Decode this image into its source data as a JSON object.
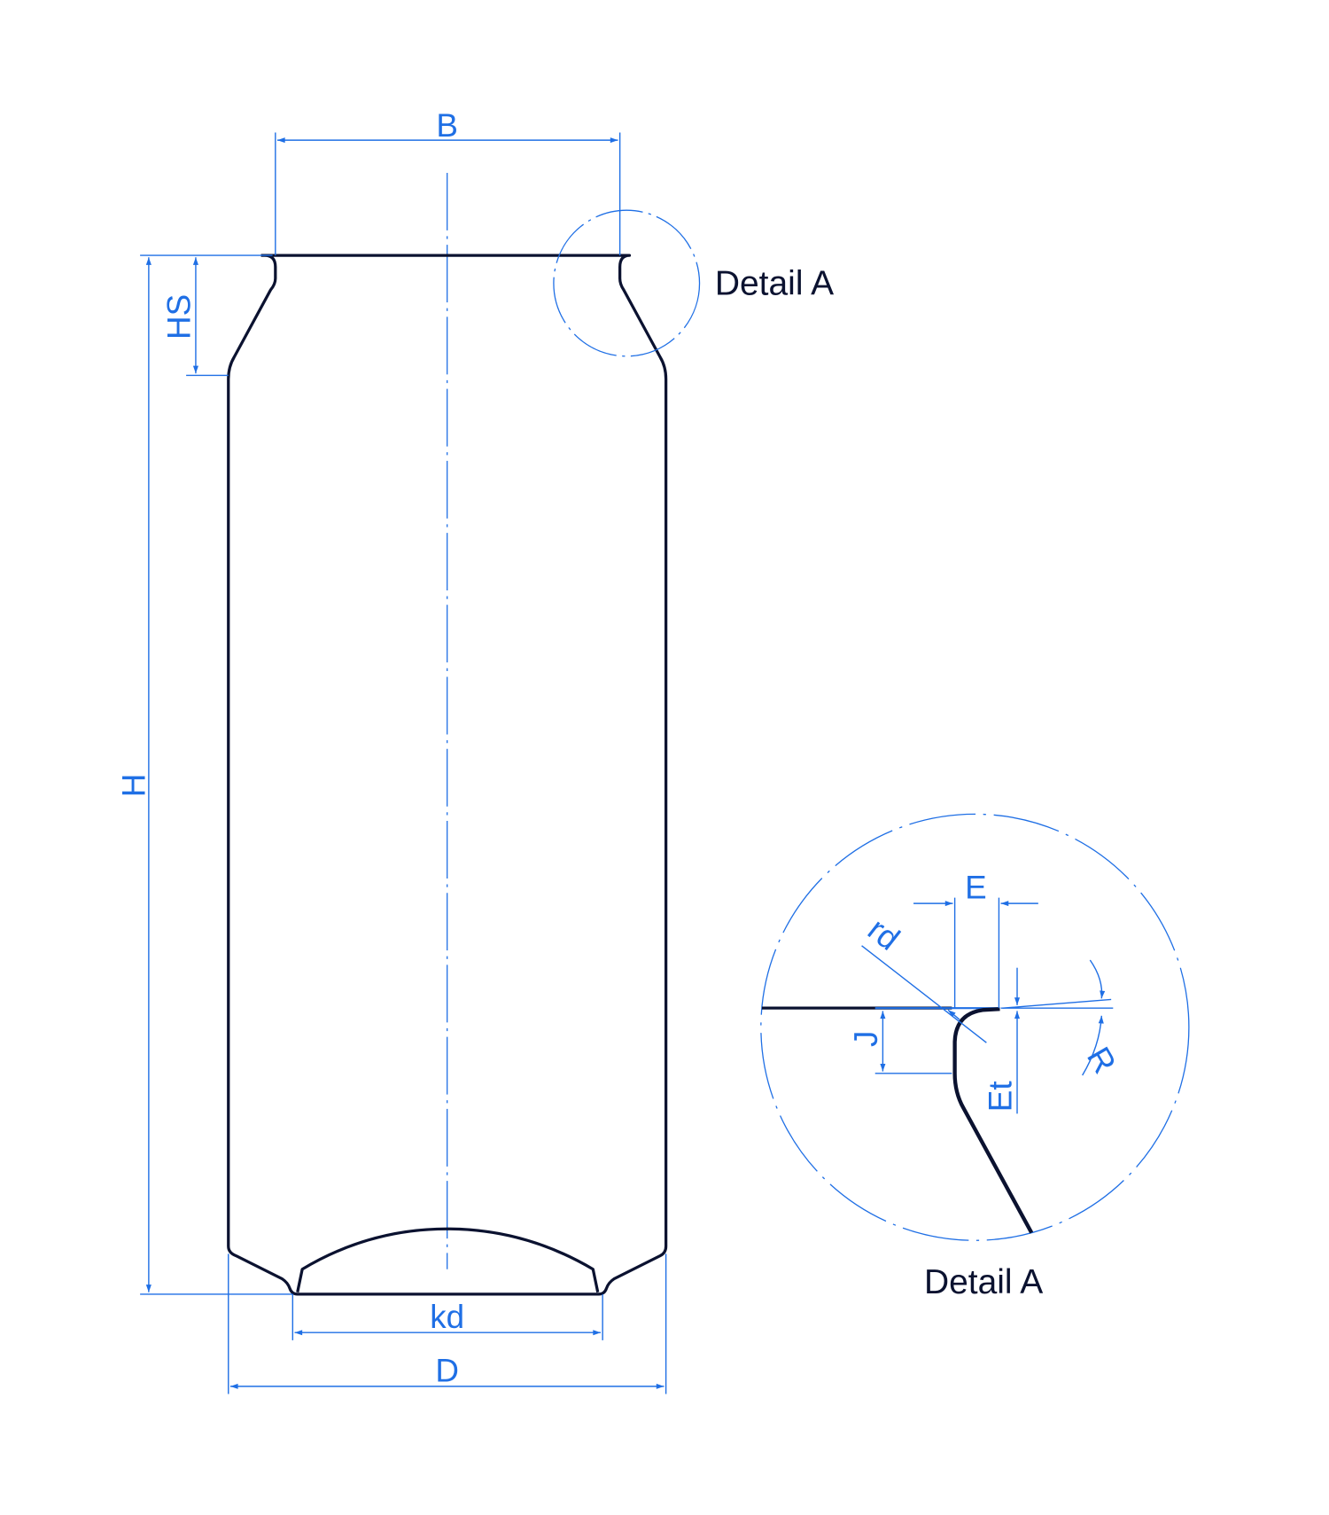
{
  "colors": {
    "dimension": "#1f6fe5",
    "outline": "#0b1230"
  },
  "dimensions": {
    "B": "B",
    "HS": "HS",
    "H": "H",
    "kd": "kd",
    "D": "D",
    "E": "E",
    "rd": "rd",
    "J": "J",
    "Et": "Et",
    "R": "R"
  },
  "callouts": {
    "detail_ref": "Detail A",
    "detail_title": "Detail A"
  }
}
